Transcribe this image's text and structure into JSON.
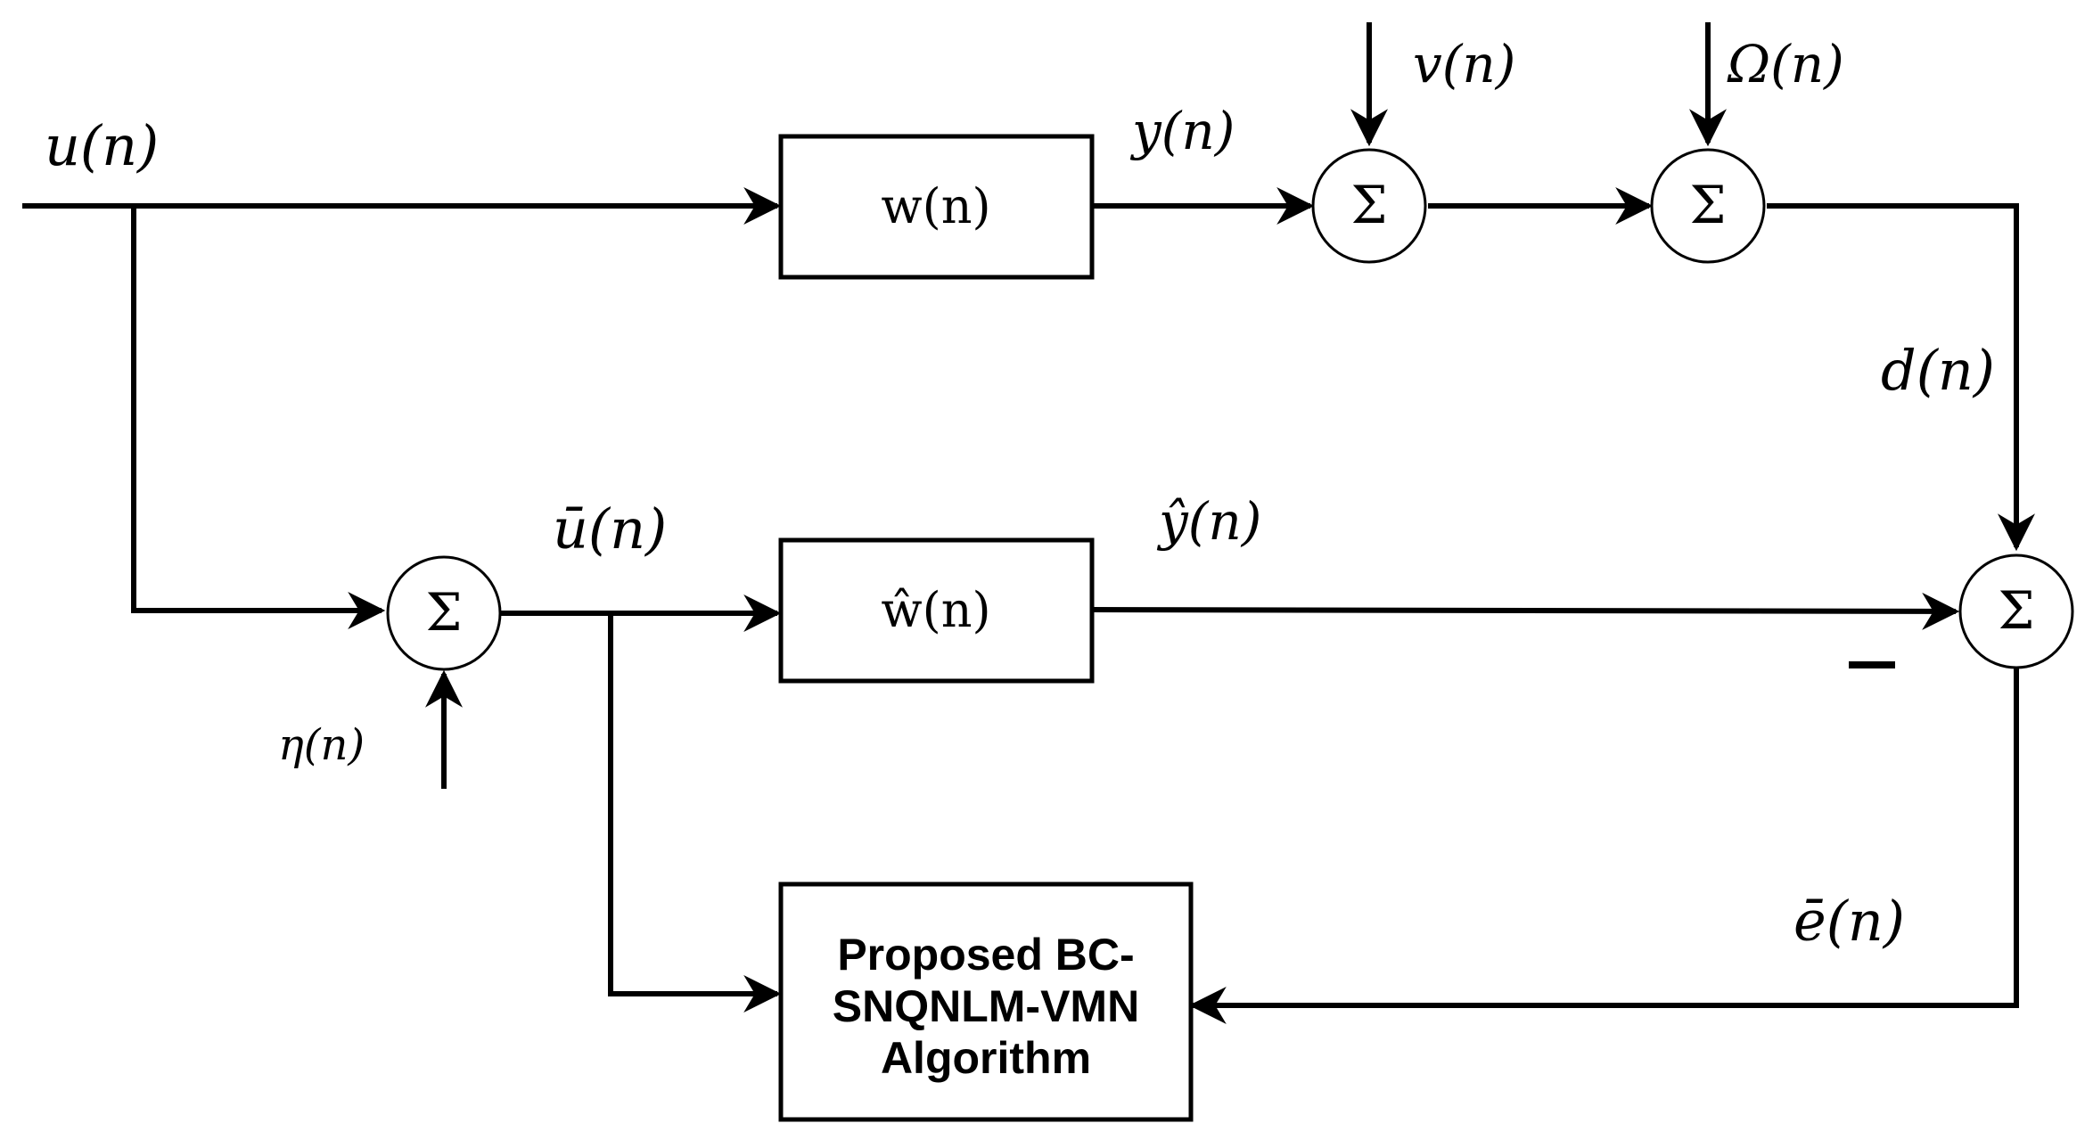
{
  "diagram": {
    "sum_symbol": "Σ",
    "minus_sign": "−",
    "signals": {
      "input": "u(n)",
      "plant_output": "y(n)",
      "measurement_noise": "v(n)",
      "impulsive_noise": "Ω(n)",
      "desired": "d(n)",
      "noisy_input": "ū(n)",
      "input_noise": "η(n)",
      "estimated_output": "ŷ(n)",
      "error": "ē(n)"
    },
    "blocks": {
      "plant": "w(n)",
      "filter": "ŵ(n)",
      "algorithm_lines": [
        "Proposed BC-",
        "SNQNLM-VMN",
        "Algorithm"
      ]
    }
  }
}
